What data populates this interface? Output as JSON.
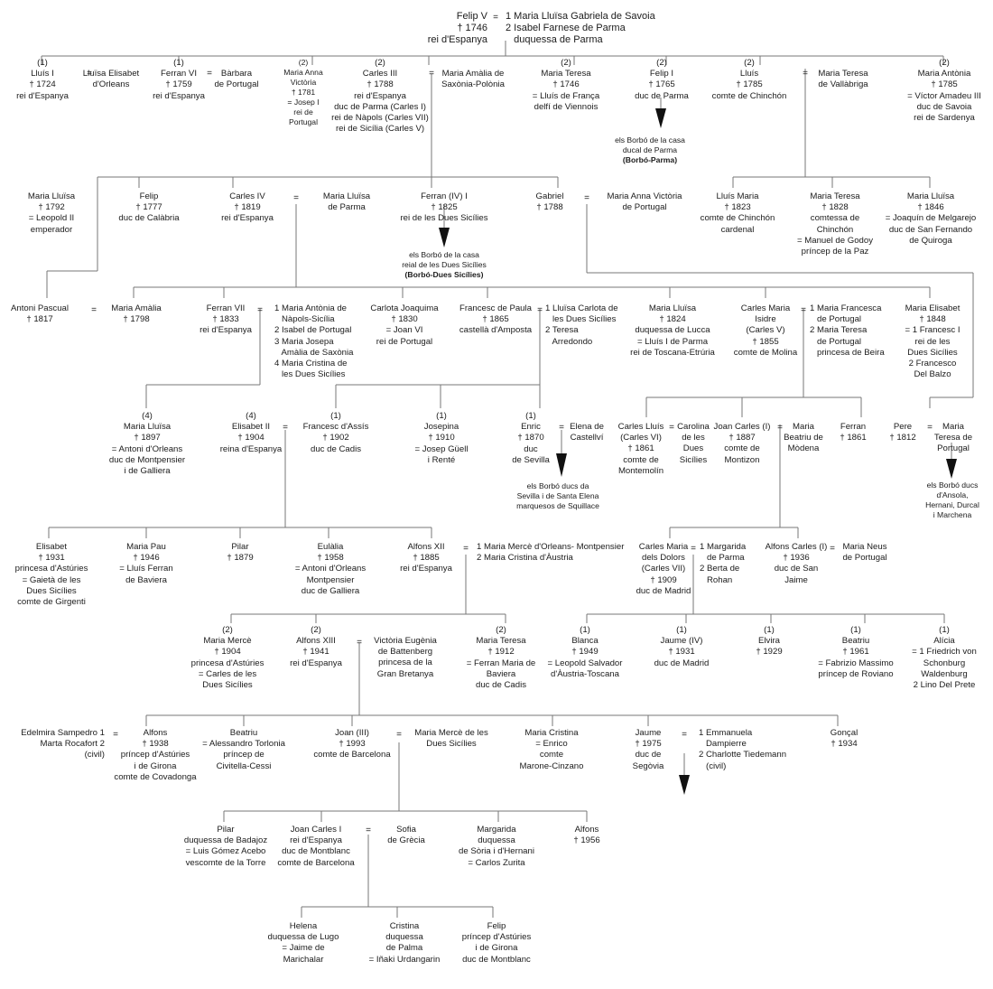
{
  "people": {
    "felip_v": "Felip V\n† 1746\nrei d'Espanya",
    "felip_v_spouses": "1 Maria Lluïsa Gabriela de Savoia\n2 Isabel Farnese de Parma\n   duquessa de Parma",
    "lluis_i": "(1)\nLluís I\n† 1724\nrei d'Espanya",
    "lluisa_elisabet": "Lluïsa Elisabet\nd'Orleans",
    "ferran_vi": "(1)\nFerran VI\n† 1759\nrei d'Espanya",
    "barbara": "Bàrbara\nde Portugal",
    "maria_anna_victoria": "(2)\nMaria Anna\nVictòria\n† 1781\n= Josep I\nrei de\nPortugal",
    "carles_iii": "(2)\nCarles III\n† 1788\nrei d'Espanya\nduc de Parma (Carles I)\nrei de Nàpols (Carles VII)\nrei de Sicília (Carles V)",
    "maria_amalia_saxonia": "Maria Amàlia de\nSaxònia-Polònia",
    "maria_teresa_1746": "(2)\nMaria Teresa\n† 1746\n= Lluís de França\ndelfí de Viennois",
    "felip_i_parma": "(2)\nFelip I\n† 1765\nduc de Parma",
    "lluis_chinchon": "(2)\nLluís\n† 1785\ncomte de Chinchón",
    "maria_teresa_vallabriga": "Maria Teresa\nde Vallàbriga",
    "maria_antonia_1785": "(2)\nMaria Antònia\n† 1785\n= Víctor Amadeu III\nduc de Savoia\nrei de Sardenya",
    "borbo_parma": "els Borbó de la casa\nducal de Parma\n(Borbó-Parma)",
    "maria_lluisa_1792": "Maria Lluïsa\n† 1792\n= Leopold II\nemperador",
    "felip_1777": "Felip\n† 1777\nduc de Calàbria",
    "carles_iv": "Carles IV\n† 1819\nrei d'Espanya",
    "maria_lluisa_parma": "Maria Lluïsa\nde Parma",
    "ferran_iv_i": "Ferran (IV) I\n† 1825\nrei de les Dues Sicílies",
    "gabriel": "Gabriel\n† 1788",
    "maria_anna_victoria_portugal": "Maria Anna Victòria\nde Portugal",
    "lluis_maria": "Lluís Maria\n† 1823\ncomte de Chinchón\ncardenal",
    "maria_teresa_1828": "Maria Teresa\n† 1828\ncomtessa de\nChinchón\n= Manuel de Godoy\npríncep de la Paz",
    "maria_lluisa_1846": "Maria Lluïsa\n† 1846\n= Joaquín de Melgarejo\nduc de San Fernando\nde Quiroga",
    "borbo_dues_sicilies": "els Borbó de la casa\nreial de les Dues Sicílies\n(Borbó-Dues Sicílies)",
    "antoni_pascual": "Antoni Pascual\n† 1817",
    "maria_amalia_1798": "Maria Amàlia\n† 1798",
    "ferran_vii": "Ferran VII\n† 1833\nrei d'Espanya",
    "ferran_vii_spouses": "1 Maria Antònia de\n   Nàpols-Sicília\n2 Isabel de Portugal\n3 Maria Josepa\n   Amàlia de Saxònia\n4 Maria Cristina de\n   les Dues Sicílies",
    "carlota_joaquima": "Carlota Joaquima\n† 1830\n= Joan VI\nrei de Portugal",
    "francesc_de_paula": "Francesc de Paula\n† 1865\ncastellà d'Amposta",
    "francesc_de_paula_spouses": "1 Lluïsa Carlota de\n   les Dues Sicílies\n2 Teresa\n   Arredondo",
    "maria_lluisa_1824": "Maria Lluïsa\n† 1824\nduquessa de Lucca\n= Lluís I de Parma\nrei de Toscana-Etrúria",
    "carles_maria_isidre": "Carles Maria\nIsidre\n(Carles V)\n† 1855\ncomte de Molina",
    "carles_maria_isidre_spouses": "1 Maria Francesca\n   de Portugal\n2 Maria Teresa\n   de Portugal\n   princesa de Beira",
    "maria_elisabet_1848": "Maria Elisabet\n† 1848\n= 1 Francesc I\nrei de les\nDues Sicílies\n2 Francesco\nDel Balzo",
    "maria_lluisa_1897": "(4)\nMaria Lluïsa\n† 1897\n= Antoni d'Orleans\nduc de Montpensier\ni de Galliera",
    "elisabet_ii": "(4)\nElisabet II\n† 1904\nreina d'Espanya",
    "francesc_dassis": "(1)\nFrancesc d'Assís\n† 1902\nduc de Cadis",
    "josepina": "(1)\nJosepina\n† 1910\n= Josep Güell\ni Renté",
    "enric": "(1)\nEnric\n† 1870\nduc\nde Sevilla",
    "elena_castellvi": "Elena de\nCastellví",
    "borbo_sevilla": "els Borbó ducs da\nSevilla i de Santa Elena\nmarquesos de Squillace",
    "carles_lluis": "Carles Lluís\n(Carles VI)\n† 1861\ncomte de\nMontemolín",
    "carolina": "Carolina\nde les\nDues\nSicílies",
    "joan_carles_i_1887": "Joan Carles (I)\n† 1887\ncomte de\nMontizon",
    "maria_beatriu": "Maria\nBeatriu de\nMòdena",
    "ferran_1861": "Ferran\n† 1861",
    "pere": "Pere\n† 1812",
    "maria_teresa_portugal": "Maria\nTeresa de\nPortugal",
    "borbo_ansola": "els Borbó ducs\nd'Ansola,\nHernani, Durcal\ni Marchena",
    "elisabet_1931": "Elisabet\n† 1931\nprincesa d'Astúries\n= Gaietà de les\nDues Sicílies\ncomte de Girgenti",
    "maria_pau": "Maria Pau\n† 1946\n= Lluís Ferran\nde Baviera",
    "pilar_1879": "Pilar\n† 1879",
    "eulalia": "Eulàlia\n† 1958\n= Antoni d'Orleans\nMontpensier\nduc de Galliera",
    "alfons_xii": "Alfons XII\n† 1885\nrei d'Espanya",
    "alfons_xii_spouses": "1 Maria Mercè d'Orleans- Montpensier\n2 Maria Cristina d'Àustria",
    "carles_maria_dolors": "Carles Maria\ndels Dolors\n(Carles VII)\n† 1909\nduc de Madrid",
    "carles_maria_dolors_spouses": "1 Margarida\n   de Parma\n2 Berta de\n   Rohan",
    "alfons_carles": "Alfons Carles (I)\n† 1936\nduc de San\nJaime",
    "maria_neus": "Maria Neus\nde Portugal",
    "maria_merce_1904": "(2)\nMaria Mercè\n† 1904\nprincesa d'Astúries\n= Carles de les\nDues Sicílies",
    "alfons_xiii": "(2)\nAlfons XIII\n† 1941\nrei d'Espanya",
    "victoria_eugenia": "Victòria Eugènia\nde Battenberg\nprincesa de la\nGran Bretanya",
    "maria_teresa_1912": "(2)\nMaria Teresa\n† 1912\n= Ferran Maria de\nBaviera\nduc de Cadis",
    "blanca": "(1)\nBlanca\n† 1949\n= Leopold Salvador\nd'Àustria-Toscana",
    "jaume_iv": "(1)\nJaume (IV)\n† 1931\nduc de Madrid",
    "elvira": "(1)\nElvira\n† 1929",
    "beatriu": "(1)\nBeatriu\n† 1961\n= Fabrizio Massimo\npríncep de Roviano",
    "alicia": "(1)\nAlícia\n= 1 Friedrich von\nSchonburg\nWaldenburg\n2 Lino Del Prete",
    "edelmira": "Edelmira Sampedro 1\nMarta Rocafort 2\n(civil)",
    "alfons_1938": "Alfons\n† 1938\npríncep d'Astúries\ni de Girona\ncomte de Covadonga",
    "beatriu_torlonia": "Beatriu\n= Alessandro Torlonia\npríncep de\nCivitella-Cessi",
    "joan_iii": "Joan (III)\n† 1993\ncomte de Barcelona",
    "maria_merce_dues_sicilies": "Maria Mercè de les\nDues Sicílies",
    "maria_cristina": "Maria Cristina\n= Enrico\ncomte\nMarone-Cinzano",
    "jaume_1975": "Jaume\n† 1975\nduc de\nSegòvia",
    "jaume_spouses": "1 Emmanuela\n   Dampierre\n2 Charlotte Tiedemann\n   (civil)",
    "gonçal": "Gonçal\n† 1934",
    "pilar_badajoz": "Pilar\nduquessa de Badajoz\n= Luis Gómez Acebo\nvescomte de la Torre",
    "joan_carles_i": "Joan Carles I\nrei d'Espanya\nduc de Montblanc\ncomte de Barcelona",
    "sofia": "Sofia\nde Grècia",
    "margarida": "Margarida\nduquessa\nde Sòria i d'Hernani\n= Carlos Zurita",
    "alfons_1956": "Alfons\n† 1956",
    "helena": "Helena\nduquessa de Lugo\n= Jaime de\nMarichalar",
    "cristina": "Cristina\nduquessa\nde Palma\n= Iñaki Urdangarin",
    "felip": "Felip\npríncep d'Astúries\ni de Girona\nduc de Montblanc"
  },
  "marriage_sign": "="
}
